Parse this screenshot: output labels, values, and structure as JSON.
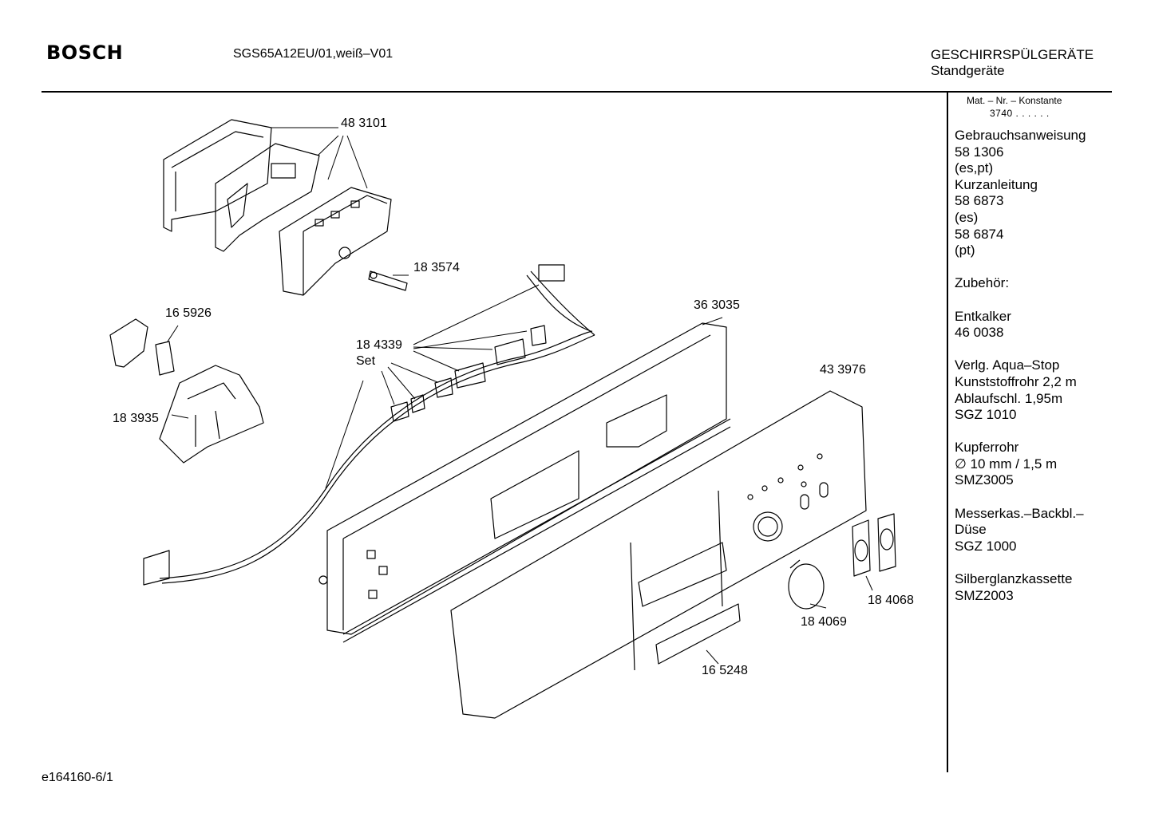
{
  "header": {
    "brand": "BOSCH",
    "model": "SGS65A12EU/01,weiß–V01",
    "category": "GESCHIRRSPÜLGERÄTE",
    "subcategory": "Standgeräte"
  },
  "sidebar": {
    "mat_label": "Mat. – Nr. – Konstante",
    "mat_value": "3740 . . . . . .",
    "lines": [
      "Gebrauchsanweisung",
      "58 1306",
      "(es,pt)",
      "Kurzanleitung",
      "58 6873",
      "(es)",
      "58 6874",
      "(pt)",
      "",
      "Zubehör:",
      "",
      "Entkalker",
      "46 0038",
      "",
      "Verlg. Aqua–Stop",
      "Kunststoffrohr 2,2 m",
      "Ablaufschl. 1,95m",
      "SGZ 1010",
      "",
      "Kupferrohr",
      "∅ 10 mm / 1,5 m",
      "SMZ3005",
      "",
      "Messerkas.–Backbl.–",
      "Düse",
      "SGZ 1000",
      "",
      "Silberglanzkassette",
      "SMZ2003"
    ]
  },
  "parts": {
    "p483101": "48 3101",
    "p183574": "18 3574",
    "p165926": "16 5926",
    "p183935": "18 3935",
    "p363035": "36 3035",
    "p184339": "18 4339",
    "set": "Set",
    "p433976": "43 3976",
    "p184068": "18 4068",
    "p184069": "18 4069",
    "p165248": "16 5248"
  },
  "footer": {
    "drawing_id": "e164160-6/1"
  }
}
